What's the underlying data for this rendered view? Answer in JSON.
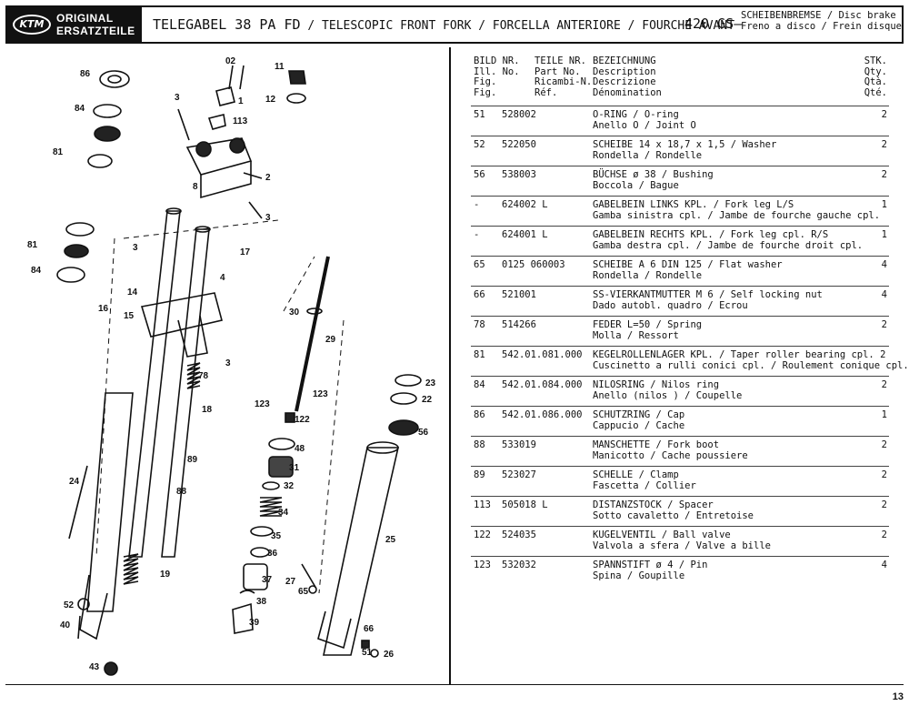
{
  "header": {
    "logo_mark": "KTM",
    "logo_line1": "ORIGINAL",
    "logo_line2": "ERSATZTEILE",
    "title_de": "TELEGABEL 38 PA FD",
    "title_en": "TELESCOPIC FRONT FORK",
    "title_it": "FORCELLA ANTERIORE",
    "title_fr": "FOURCHE AVANT",
    "model": "420 GS",
    "brake_line1": "SCHEIBENBREMSE / Disc brake",
    "brake_line2": "Freno a disco / Frein disque"
  },
  "table": {
    "head": {
      "fig": "BILD NR.\nIll. No.\nFig.\nFig.",
      "part": "TEILE NR.\nPart No.\nRicambi-N.\nRéf.",
      "desc": "BEZEICHNUNG\nDescription\nDescrizione\nDénomination",
      "qty": "STK.\nQty.\nQtà.\nQté."
    },
    "rows": [
      {
        "fig": "51",
        "part": "528002",
        "l1": "O-RING / O-ring",
        "l2": "Anello O / Joint O",
        "qty": "2"
      },
      {
        "fig": "52",
        "part": "522050",
        "l1": "SCHEIBE 14 x 18,7 x 1,5 / Washer",
        "l2": "Rondella / Rondelle",
        "qty": "2"
      },
      {
        "fig": "56",
        "part": "538003",
        "l1": "BÜCHSE ø 38 / Bushing",
        "l2": "Boccola / Bague",
        "qty": "2"
      },
      {
        "fig": "-",
        "part": "624002 L",
        "l1": "GABELBEIN LINKS KPL. / Fork leg L/S",
        "l2": "Gamba sinistra cpl. / Jambe de fourche gauche cpl.",
        "qty": "1"
      },
      {
        "fig": "-",
        "part": "624001 L",
        "l1": "GABELBEIN RECHTS KPL. / Fork leg cpl. R/S",
        "l2": "Gamba destra cpl. / Jambe de fourche droit cpl.",
        "qty": "1"
      },
      {
        "fig": "65",
        "part": "0125 060003",
        "l1": "SCHEIBE A 6 DIN 125 / Flat washer",
        "l2": "Rondella / Rondelle",
        "qty": "4"
      },
      {
        "fig": "66",
        "part": "521001",
        "l1": "SS-VIERKANTMUTTER M 6 / Self locking nut",
        "l2": "Dado autobl. quadro / Ecrou",
        "qty": "4"
      },
      {
        "fig": "78",
        "part": "514266",
        "l1": "FEDER L=50 / Spring",
        "l2": "Molla / Ressort",
        "qty": "2"
      },
      {
        "fig": "81",
        "part": "542.01.081.000",
        "l1": "KEGELROLLENLAGER KPL. / Taper roller bearing cpl. 2",
        "l2": "Cuscinetto a rulli conici cpl. / Roulement conique cpl.",
        "qty": ""
      },
      {
        "fig": "84",
        "part": "542.01.084.000",
        "l1": "NILOSRING / Nilos ring",
        "l2": "Anello (nilos ) / Coupelle",
        "qty": "2"
      },
      {
        "fig": "86",
        "part": "542.01.086.000",
        "l1": "SCHUTZRING / Cap",
        "l2": "Cappucio / Cache",
        "qty": "1"
      },
      {
        "fig": "88",
        "part": "533019",
        "l1": "MANSCHETTE / Fork boot",
        "l2": "Manicotto / Cache poussiere",
        "qty": "2"
      },
      {
        "fig": "89",
        "part": "523027",
        "l1": "SCHELLE / Clamp",
        "l2": "Fascetta / Collier",
        "qty": "2"
      },
      {
        "fig": "113",
        "part": "505018 L",
        "l1": "DISTANZSTOCK / Spacer",
        "l2": "Sotto cavaletto / Entretoise",
        "qty": "2"
      },
      {
        "fig": "122",
        "part": "524035",
        "l1": "KUGELVENTIL / Ball valve",
        "l2": "Valvola a sfera / Valve a bille",
        "qty": "2"
      },
      {
        "fig": "123",
        "part": "532032",
        "l1": "SPANNSTIFT ø 4 / Pin",
        "l2": "Spina / Goupille",
        "qty": "4"
      }
    ]
  },
  "callouts": [
    "86",
    "84",
    "81",
    "02",
    "3",
    "1",
    "11",
    "12",
    "113",
    "2",
    "8",
    "3",
    "81",
    "84",
    "17",
    "4",
    "3",
    "14",
    "16",
    "15",
    "30",
    "29",
    "3",
    "78",
    "18",
    "123",
    "123",
    "122",
    "23",
    "22",
    "56",
    "48",
    "89",
    "24",
    "31",
    "88",
    "32",
    "34",
    "35",
    "36",
    "19",
    "37",
    "27",
    "65",
    "38",
    "52",
    "39",
    "40",
    "43",
    "25",
    "66",
    "51",
    "26"
  ],
  "page_number": "13"
}
